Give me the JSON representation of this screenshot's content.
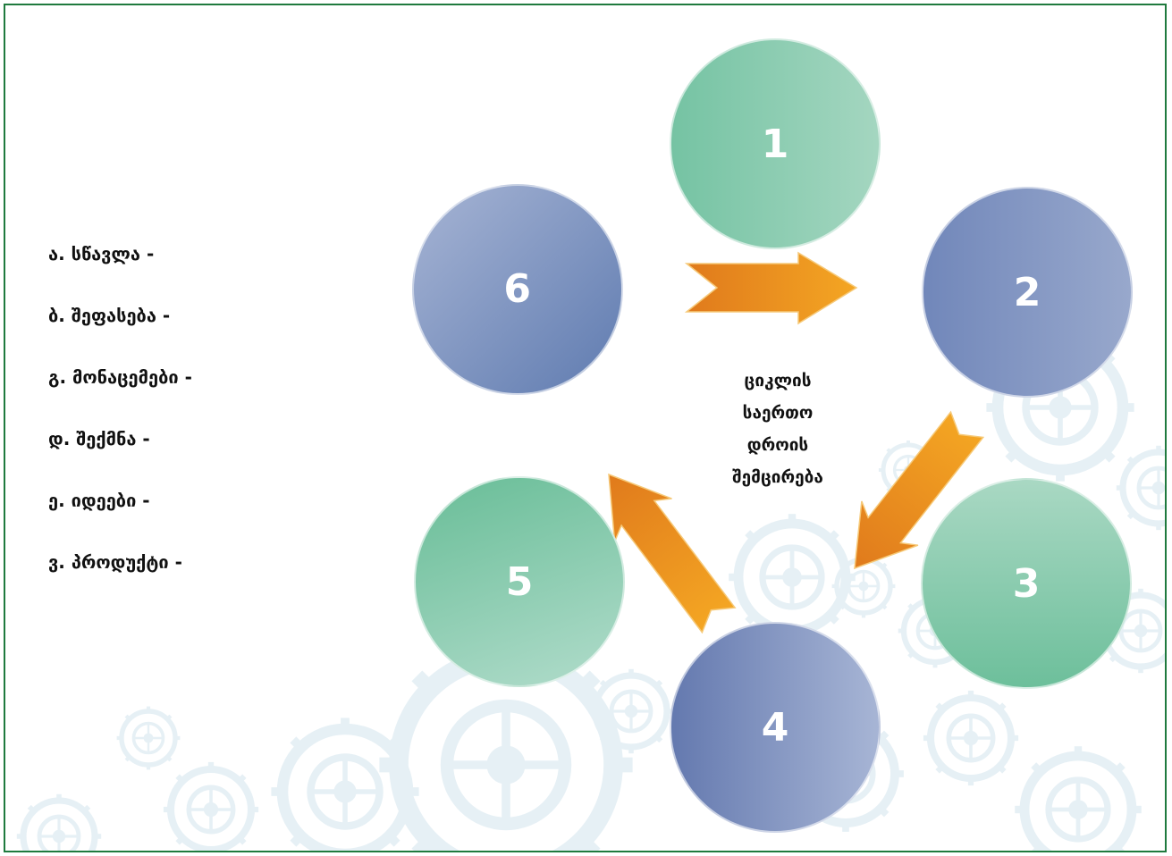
{
  "legend_items": [
    "ა. სწავლა -",
    "ბ. შეფასება -",
    "გ. მონაცემები -",
    "დ. შექმნა -",
    "ე. იდეები -",
    "ვ. პროდუქტი -"
  ],
  "cycle": {
    "circles": [
      "1",
      "2",
      "3",
      "4",
      "5",
      "6"
    ],
    "center_lines": [
      "ციკლის",
      "საერთო",
      "დროის",
      "შემცირება"
    ]
  },
  "colors": {
    "frame": "#1f7a3e",
    "green": "#7cc6a6",
    "blue": "#7a8fbf",
    "arrow_start": "#e07a1c",
    "arrow_end": "#f4a623",
    "gear": "#eaf3f7"
  },
  "icons": {
    "arrows": "orange-block-arrow",
    "background": "gear-pattern"
  }
}
